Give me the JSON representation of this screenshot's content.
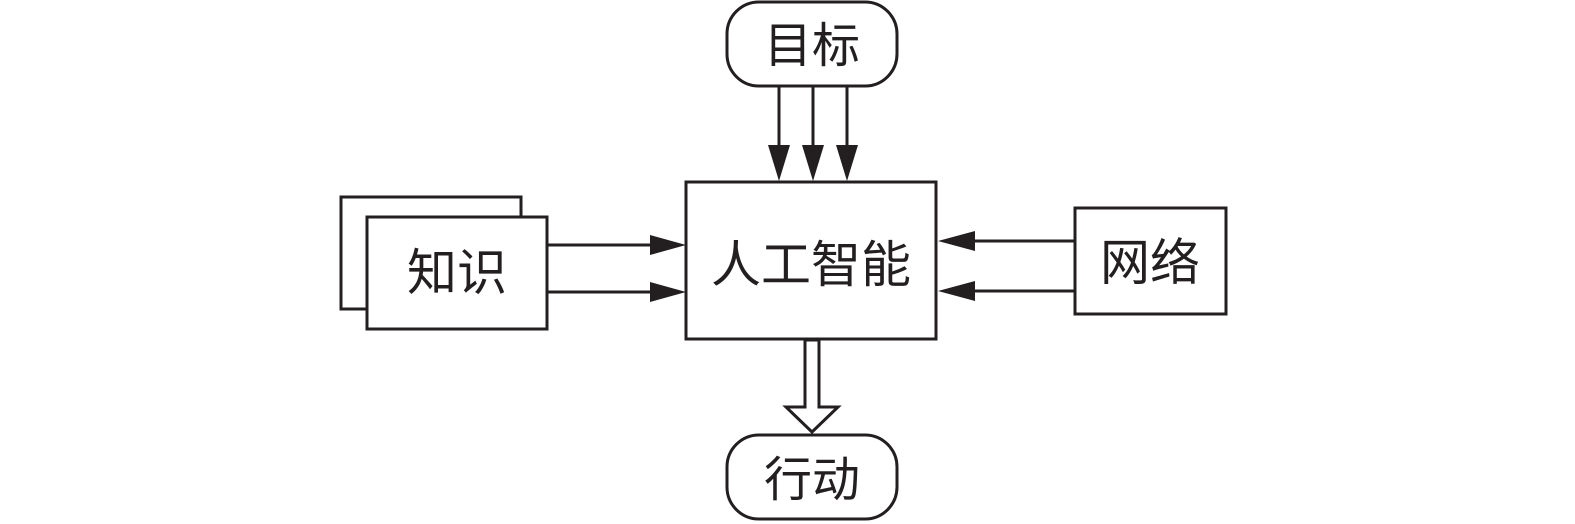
{
  "diagram": {
    "nodes": {
      "goal": {
        "label": "目标",
        "shape": "rounded"
      },
      "ai": {
        "label": "人工智能",
        "shape": "rect"
      },
      "knowledge": {
        "label": "知识",
        "shape": "stacked-rect"
      },
      "network": {
        "label": "网络",
        "shape": "rect"
      },
      "action": {
        "label": "行动",
        "shape": "rounded"
      }
    },
    "edges": [
      {
        "from": "goal",
        "to": "ai",
        "count": 3,
        "style": "solid-arrow"
      },
      {
        "from": "knowledge",
        "to": "ai",
        "count": 2,
        "style": "solid-arrow"
      },
      {
        "from": "network",
        "to": "ai",
        "count": 2,
        "style": "solid-arrow"
      },
      {
        "from": "ai",
        "to": "action",
        "count": 1,
        "style": "hollow-block-arrow"
      }
    ],
    "colors": {
      "stroke": "#231f20",
      "background": "#ffffff"
    }
  }
}
